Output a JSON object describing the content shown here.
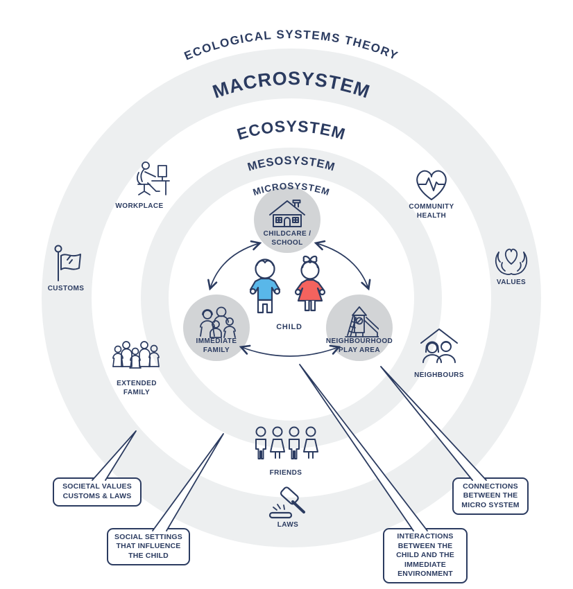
{
  "title": "ECOLOGICAL SYSTEMS THEORY",
  "rings": {
    "macro": "MACROSYSTEM",
    "eco": "ECOSYSTEM",
    "meso": "MESOSYSTEM",
    "micro": "MICROSYSTEM"
  },
  "nodes": {
    "childcare": "CHILDCARE /\nSCHOOL",
    "immediate_family": "IMMEDIATE\nFAMILY",
    "play_area": "NEIGHBOURHOOD\nPLAY AREA",
    "child": "CHILD",
    "workplace": "WORKPLACE",
    "community_health": "COMMUNITY\nHEALTH",
    "customs": "CUSTOMS",
    "values": "VALUES",
    "extended_family": "EXTENDED\nFAMILY",
    "neighbours": "NEIGHBOURS",
    "friends": "FRIENDS",
    "laws": "LAWS"
  },
  "callouts": {
    "societal": "SOCIETAL VALUES\nCUSTOMS & LAWS",
    "social_settings": "SOCIAL SETTINGS\nTHAT INFLUENCE\nTHE CHILD",
    "interactions": "INTERACTIONS\nBETWEEN THE\nCHILD AND THE\nIMMEDIATE\nENVIRONMENT",
    "connections": "CONNECTIONS\nBETWEEN THE\nMICRO SYSTEM"
  },
  "icons": {
    "childcare": "house-icon",
    "immediate_family": "family-icon",
    "play_area": "playground-icon",
    "child_boy": "boy-figure-icon",
    "child_girl": "girl-figure-icon",
    "workplace": "person-at-computer-icon",
    "community_health": "heart-pulse-icon",
    "customs": "flag-icon",
    "values": "hands-holding-heart-icon",
    "extended_family": "people-group-icon",
    "neighbours": "people-under-roof-icon",
    "friends": "children-group-icon",
    "laws": "gavel-icon"
  },
  "colors": {
    "navy": "#2b3b60",
    "ring_gray": "#edeff0",
    "node_circle_gray": "#d2d4d6",
    "boy_blue": "#59b7e9",
    "girl_red": "#f4635e",
    "background": "#ffffff"
  }
}
